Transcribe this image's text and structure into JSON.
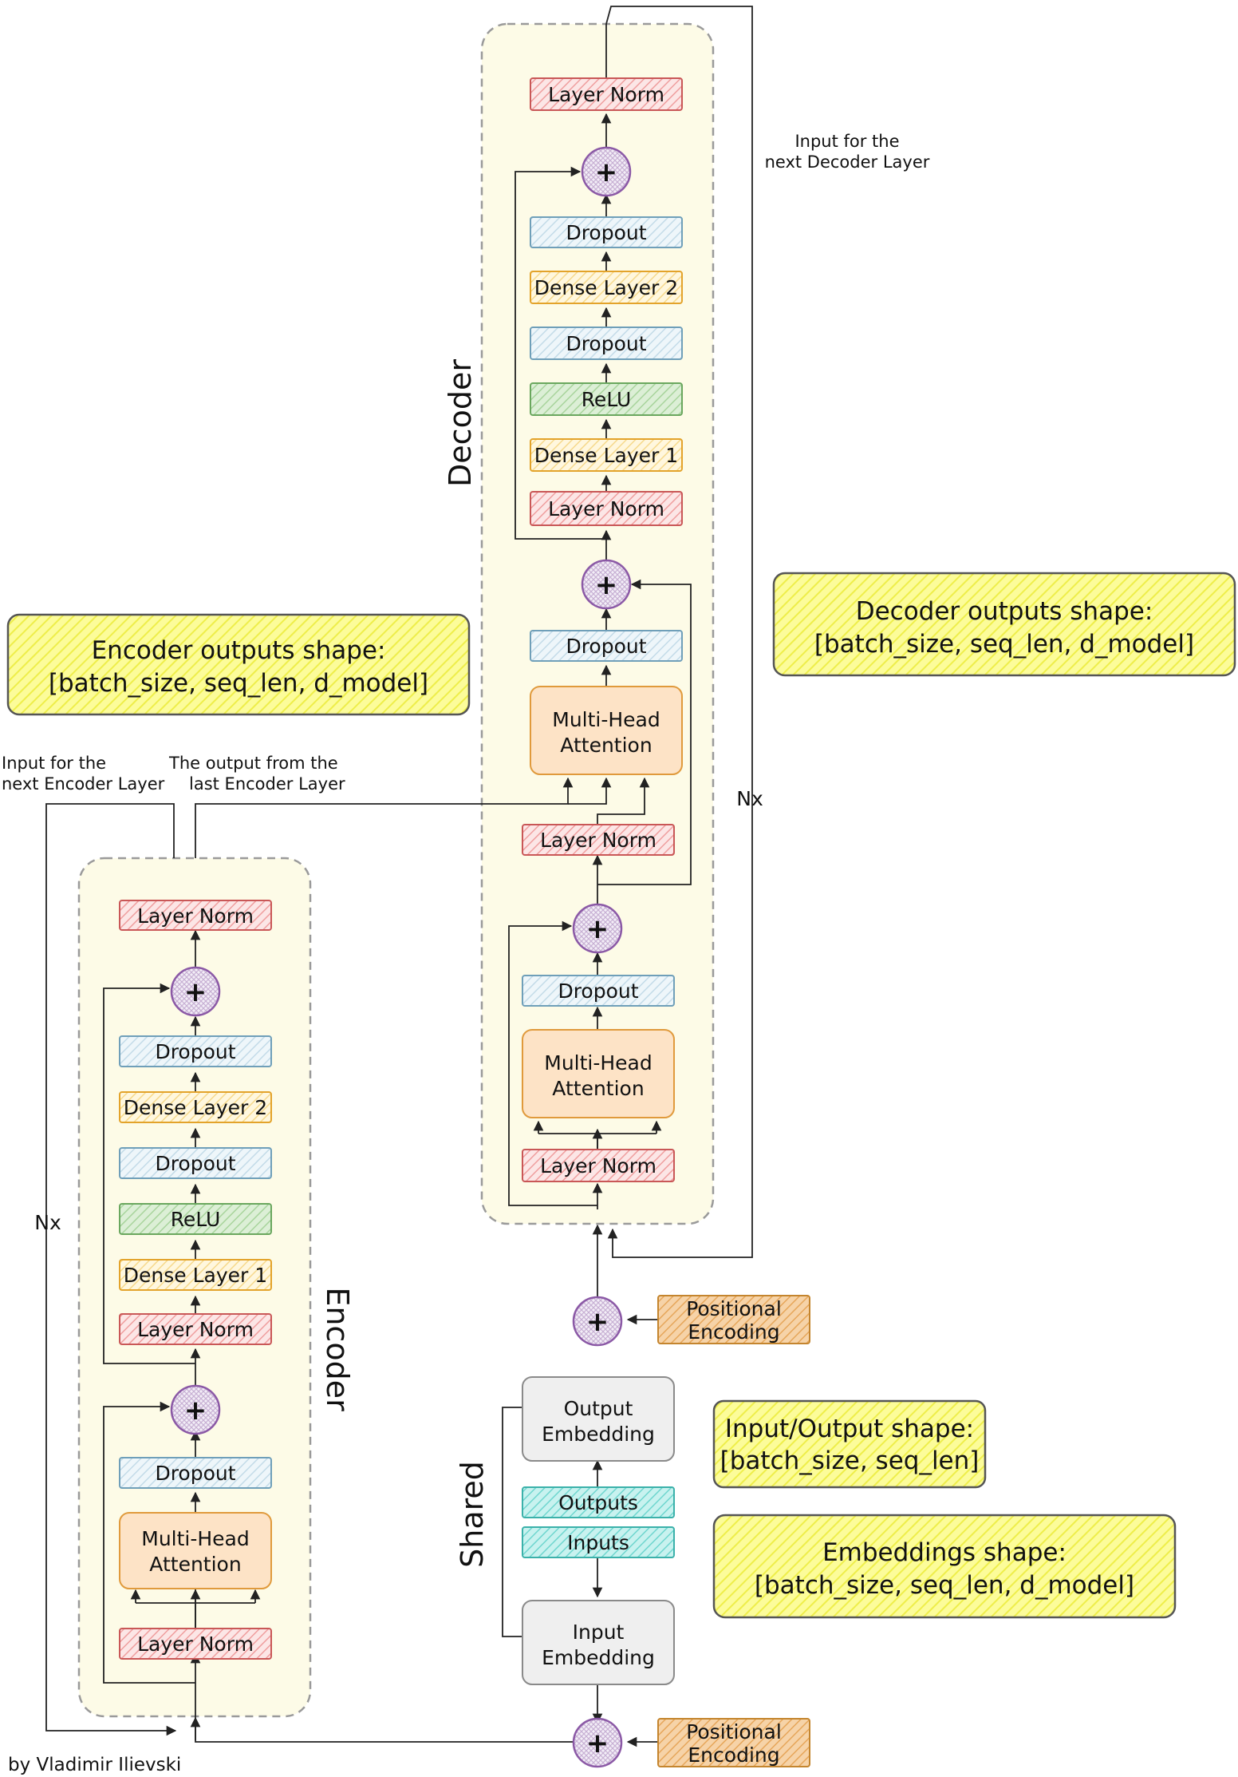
{
  "credit": "by Vladimir Ilievski",
  "colors": {
    "norm_fill": "#fbe1e1",
    "norm_stroke": "#c95757",
    "dropout_fill": "#e6f1f7",
    "dropout_stroke": "#6f9fb9",
    "dense_fill": "#fff3d2",
    "dense_stroke": "#e3a32b",
    "relu_fill": "#d6ecd0",
    "relu_stroke": "#6aa75e",
    "attn_fill": "#fde3c6",
    "attn_stroke": "#e09a3c",
    "io_fill": "#b8eeea",
    "io_stroke": "#3bb1aa",
    "embed_fill": "#efefef",
    "embed_stroke": "#8a8a8a",
    "pos_fill": "#f3c998",
    "pos_stroke": "#c4852e",
    "add_fill": "#ece3f1",
    "add_stroke": "#8b59a6",
    "stack_fill": "#fdfbe6",
    "stack_stroke": "#999999",
    "note_fill": "#fbfb7e",
    "note_stroke": "#555555"
  },
  "labels": {
    "layer_norm": "Layer Norm",
    "dropout": "Dropout",
    "dense1": "Dense Layer 1",
    "dense2": "Dense Layer 2",
    "relu": "ReLU",
    "mha_line1": "Multi-Head",
    "mha_line2": "Attention",
    "outputs": "Outputs",
    "inputs": "Inputs",
    "output_embedding_line1": "Output",
    "output_embedding_line2": "Embedding",
    "input_embedding_line1": "Input",
    "input_embedding_line2": "Embedding",
    "positional_line1": "Positional",
    "positional_line2": "Encoding",
    "plus": "+",
    "encoder": "Encoder",
    "decoder": "Decoder",
    "shared": "Shared",
    "nx": "Nx"
  },
  "annotations": {
    "encoder_next_line1": "Input for the",
    "encoder_next_line2": "next Encoder Layer",
    "encoder_last_line1": "The output from the",
    "encoder_last_line2": "last Encoder Layer",
    "decoder_next_line1": "Input for the",
    "decoder_next_line2": "next Decoder Layer"
  },
  "notes": {
    "encoder_outputs_line1": "Encoder outputs shape:",
    "encoder_outputs_line2": "[batch_size, seq_len, d_model]",
    "decoder_outputs_line1": "Decoder outputs shape:",
    "decoder_outputs_line2": "[batch_size, seq_len, d_model]",
    "io_shape_line1": "Input/Output shape:",
    "io_shape_line2": "[batch_size, seq_len]",
    "embeddings_shape_line1": "Embeddings shape:",
    "embeddings_shape_line2": "[batch_size, seq_len, d_model]"
  }
}
